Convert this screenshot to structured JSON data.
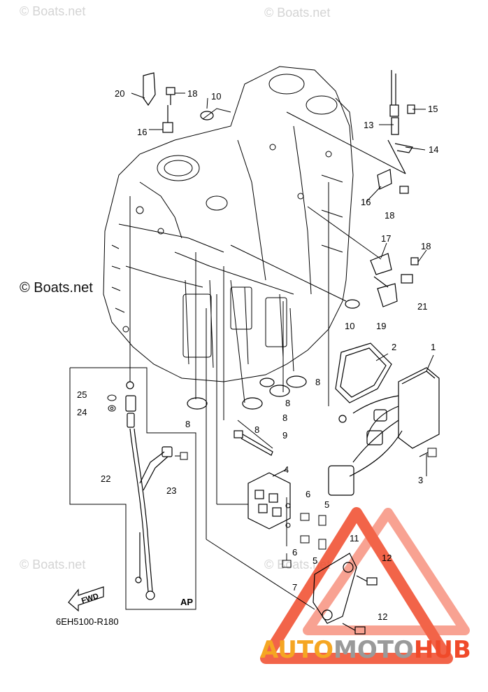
{
  "watermarks": {
    "top_left": "© Boats.net",
    "top_center": "© Boats.net",
    "left_mid": "© Boats.net",
    "bottom_left": "© Boats.net",
    "bottom_center": "© Boats.net"
  },
  "callouts": {
    "c1": "1",
    "c2": "2",
    "c3": "3",
    "c4": "4",
    "c5a": "5",
    "c5b": "5",
    "c6a": "6",
    "c6b": "6",
    "c7": "7",
    "c8a": "8",
    "c8b": "8",
    "c8c": "8",
    "c8d": "8",
    "c8e": "8",
    "c9": "9",
    "c10a": "10",
    "c10b": "10",
    "c11": "11",
    "c12a": "12",
    "c12b": "12",
    "c13": "13",
    "c14": "14",
    "c15": "15",
    "c16a": "16",
    "c16b": "16",
    "c17": "17",
    "c18a": "18",
    "c18b": "18",
    "c18c": "18",
    "c19": "19",
    "c20": "20",
    "c21": "21",
    "c22": "22",
    "c23": "23",
    "c24": "24",
    "c25": "25"
  },
  "inset_label": "AP",
  "fwd_label": "FWD",
  "diagram_code": "6EH5100-R180",
  "brand": {
    "part1": "AUTO",
    "part2": "MOTO",
    "part3": "HUB"
  },
  "colors": {
    "line": "#000000",
    "triangle": "#f04a2a",
    "watermark": "#d4d4d4"
  }
}
